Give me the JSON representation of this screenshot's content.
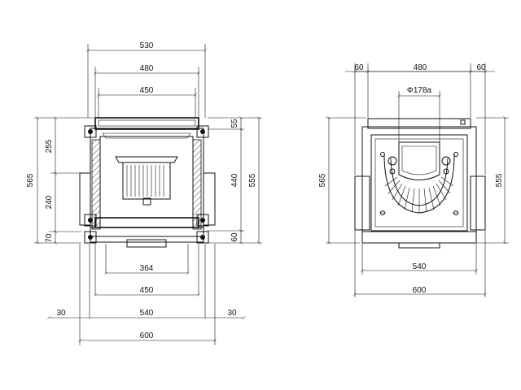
{
  "front_view": {
    "width_top_1": "530",
    "width_top_2": "480",
    "width_top_3": "450",
    "height_upper": "255",
    "height_lower": "240",
    "height_base": "70",
    "height_total": "565",
    "right_top": "55",
    "right_mid": "440",
    "right_bottom": "60",
    "right_total": "555",
    "width_bottom_1": "364",
    "width_bottom_2": "450",
    "side_left": "30",
    "width_bottom_3": "540",
    "side_right": "30",
    "width_bottom_4": "600"
  },
  "side_view": {
    "top_left": "60",
    "top_center": "480",
    "top_right": "60",
    "diameter": "Φ178a",
    "height_total": "565",
    "height_right": "555",
    "width_bottom_1": "540",
    "width_bottom_2": "600"
  }
}
